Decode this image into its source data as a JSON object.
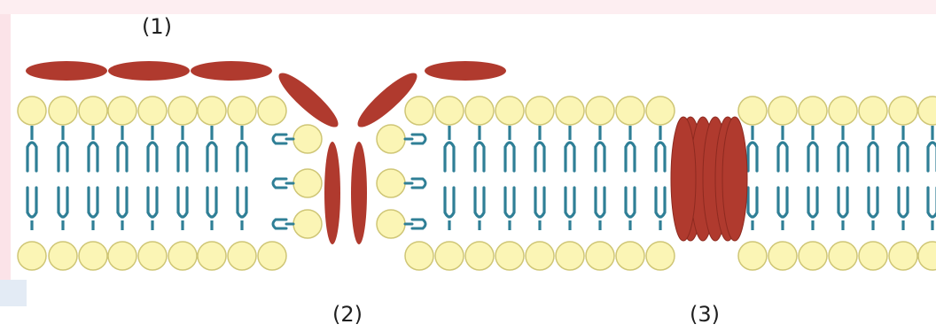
{
  "labels": {
    "one": "(1)",
    "two": "(2)",
    "three": "(3)"
  },
  "colors": {
    "peptide": "#b03a2e",
    "head_fill": "#fbf5b5",
    "head_stroke": "#cfc676",
    "tail": "#2f7f96",
    "edge_pink": "#fbe6ea",
    "edge_blue": "#dde6f2"
  },
  "icons": {
    "peptide": "peptide-ellipse",
    "lipid_head": "phospholipid-head-circle",
    "lipid_tail": "phospholipid-tail"
  }
}
